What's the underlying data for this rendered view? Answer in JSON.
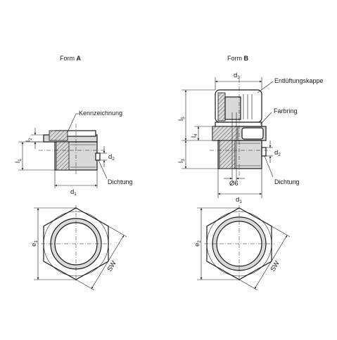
{
  "titles": {
    "form_a_prefix": "Form ",
    "form_a_letter": "A",
    "form_b_prefix": "Form ",
    "form_b_letter": "B"
  },
  "callouts": {
    "kennzeichnung": "Kennzeichnung",
    "dichtung_a": "Dichtung",
    "entlueftungskappe": "Entlüftungskappe",
    "farbring": "Farbring",
    "dichtung_b": "Dichtung"
  },
  "dimensions": {
    "a_l1": {
      "base": "l",
      "sub": "1"
    },
    "a_l2": {
      "base": "l",
      "sub": "2"
    },
    "a_d2": {
      "base": "d",
      "sub": "2"
    },
    "a_d1": {
      "base": "d",
      "sub": "1"
    },
    "a_e1": {
      "base": "e",
      "sub": "1"
    },
    "a_sw": "SW",
    "b_d3": {
      "base": "d",
      "sub": "3"
    },
    "b_l5": {
      "base": "l",
      "sub": "5"
    },
    "b_l4": {
      "base": "l",
      "sub": "4"
    },
    "b_l3": {
      "base": "l",
      "sub": "3"
    },
    "b_d2": {
      "base": "d",
      "sub": "2"
    },
    "b_d6": "Ø6",
    "b_d1": {
      "base": "d",
      "sub": "1"
    },
    "b_e2": {
      "base": "e",
      "sub": "2"
    },
    "b_sw": "SW"
  }
}
